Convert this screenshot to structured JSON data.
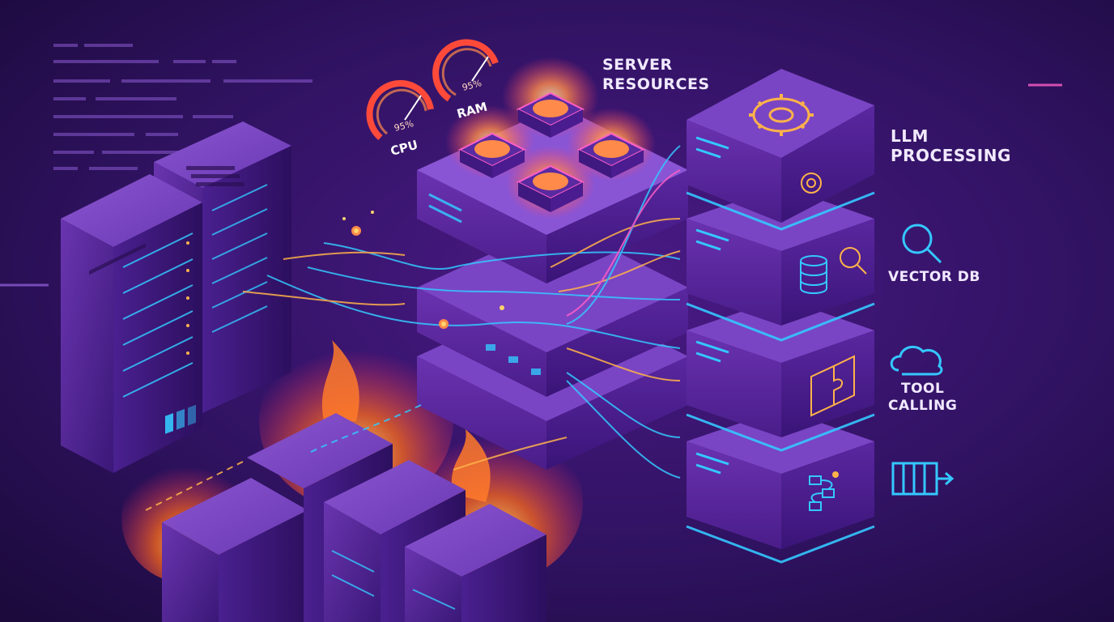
{
  "gauges": [
    {
      "name": "CPU",
      "value": "95%",
      "level": 0.95
    },
    {
      "name": "RAM",
      "value": "95%",
      "level": 0.95
    }
  ],
  "labels": {
    "server_resources_line1": "SERVER",
    "server_resources_line2": "RESOURCES",
    "llm_processing_line1": "LLM",
    "llm_processing_line2": "PROCESSING",
    "vector_db": "VECTOR DB",
    "tool_calling_line1": "TOOL",
    "tool_calling_line2": "CALLING"
  },
  "icons": [
    "gear-icon",
    "database-icon",
    "magnifier-icon",
    "puzzle-icon",
    "cloud-icon",
    "workflow-icon",
    "queue-icon",
    "fire-icon",
    "server-rack-icon"
  ],
  "colors": {
    "background": "#2a0f52",
    "panel": "#5a2a9c",
    "neon_cyan": "#34c8ff",
    "neon_orange": "#ffb24a",
    "neon_pink": "#ff5ec8",
    "fire": "#ff6a1a",
    "gauge_red": "#ff4a3a"
  }
}
